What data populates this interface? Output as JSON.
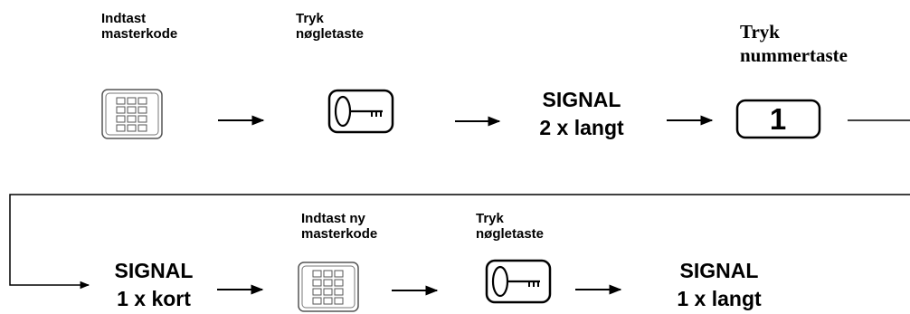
{
  "row1": {
    "step1_label": "Indtast\nmasterkode",
    "step1_icon": "keypad-icon",
    "step2_label": "Tryk\nnøgletaste",
    "step2_icon": "key-icon",
    "signal1": "SIGNAL\n2 x langt",
    "step3_label": "Tryk\nnummertaste",
    "step3_key": "1"
  },
  "row2": {
    "signal2": "SIGNAL\n1 x kort",
    "step4_label": "Indtast ny\nmasterkode",
    "step4_icon": "keypad-icon",
    "step5_label": "Tryk\nnøgletaste",
    "step5_icon": "key-icon",
    "signal3": "SIGNAL\n1 x langt"
  }
}
